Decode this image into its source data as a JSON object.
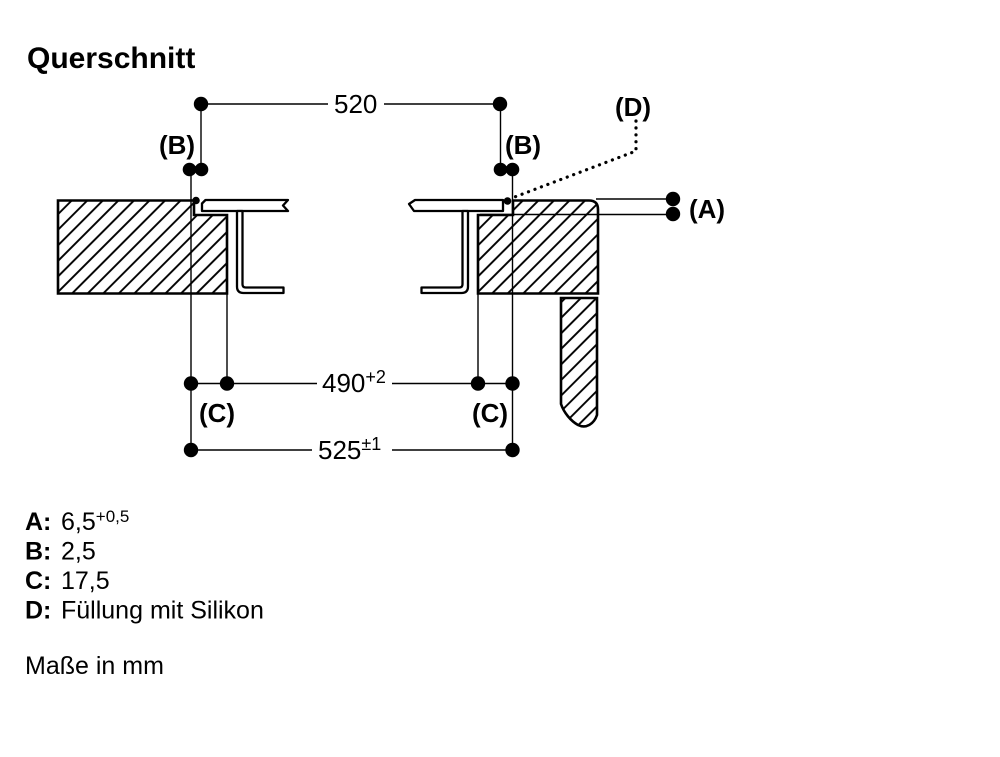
{
  "title": "Querschnitt",
  "note": "Maße in mm",
  "colors": {
    "ink": "#000000",
    "paper": "#ffffff"
  },
  "dimensions": {
    "glass_width": {
      "value": "520",
      "tolerance": ""
    },
    "cutout_width": {
      "value": "490",
      "tolerance": "+2"
    },
    "recess_width": {
      "value": "525",
      "tolerance": "±1"
    }
  },
  "callouts": {
    "a": "(A)",
    "b_left": "(B)",
    "b_right": "(B)",
    "c_left": "(C)",
    "c_right": "(C)",
    "d": "(D)"
  },
  "legend": [
    {
      "key": "A:",
      "value": "6,5",
      "tolerance": "+0,5"
    },
    {
      "key": "B:",
      "value": "2,5",
      "tolerance": ""
    },
    {
      "key": "C:",
      "value": "17,5",
      "tolerance": ""
    },
    {
      "key": "D:",
      "value": "Füllung mit Silikon",
      "tolerance": ""
    }
  ]
}
